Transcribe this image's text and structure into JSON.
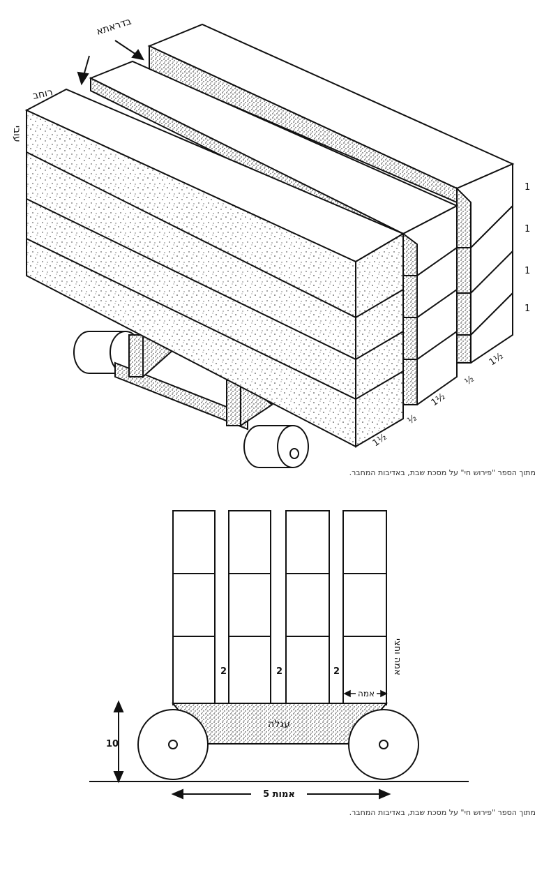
{
  "top_figure": {
    "labels": {
      "badraata_top": "בדראתא",
      "rochav": "רוחב",
      "ovi": "עובי"
    },
    "right_numbers": [
      "1",
      "1",
      "1",
      "1"
    ],
    "depth_labels": [
      "1½",
      "½",
      "1½",
      "½",
      "1½"
    ]
  },
  "bottom_figure": {
    "gap_labels": [
      "2",
      "2",
      "2"
    ],
    "ama_label": "אמה",
    "ama_vachetzi_label": "אמה וחצי",
    "agala_label": "עגלה",
    "height_label": "10",
    "width_label": "5 אמות"
  },
  "captions": {
    "top": "מתוך הספר \"פירוש חי\" על מסכת שבת, באדיבות המחבר.",
    "bottom": "מתוך הספר \"פירוש חי\" על מסכת שבת, באדיבות המחבר."
  },
  "colors": {
    "ink": "#111111",
    "paper": "#ffffff"
  }
}
